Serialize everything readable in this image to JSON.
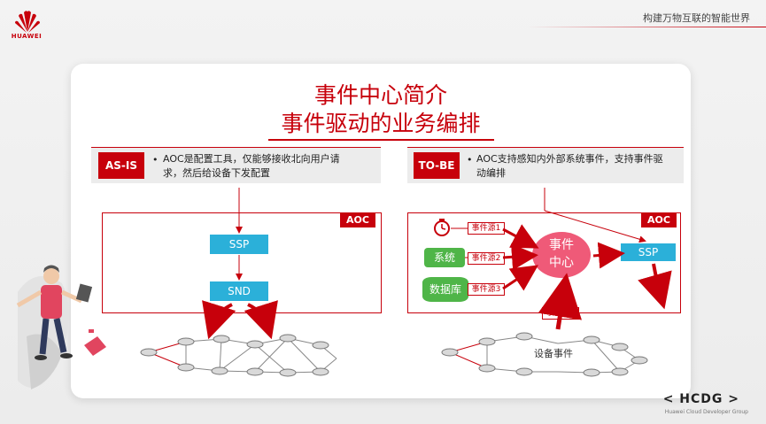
{
  "header": {
    "brand": "HUAWEI",
    "slogan": "构建万物互联的智能世界"
  },
  "slide": {
    "title_line1": "事件中心简介",
    "title_line2": "事件驱动的业务编排"
  },
  "as_is": {
    "tag": "AS-IS",
    "bullet": "•",
    "text_line1": "AOC是配置工具，仅能够接收北向用户请",
    "text_line2": "求，然后给设备下发配置",
    "aoc_label": "AOC",
    "node_ssp": "SSP",
    "node_snd": "SND"
  },
  "to_be": {
    "tag": "TO-BE",
    "bullet": "•",
    "text_line1": "AOC支持感知内外部系统事件，支持事件驱",
    "text_line2": "动编排",
    "aoc_label": "AOC",
    "source_system": "系统",
    "source_db": "数据库",
    "src1": "事件源1",
    "src2": "事件源2",
    "src3": "事件源3",
    "src4": "事件源4",
    "center_line1": "事件",
    "center_line2": "中心",
    "node_ssp": "SSP",
    "device_events": "设备事件"
  },
  "footer": {
    "logo": "< HCDG >",
    "subtitle": "Huawei Cloud Developer Group"
  },
  "colors": {
    "accent": "#c7000b",
    "node_blue": "#2bb0d9",
    "node_green": "#4fb548",
    "event_pink": "#ef5a78"
  }
}
